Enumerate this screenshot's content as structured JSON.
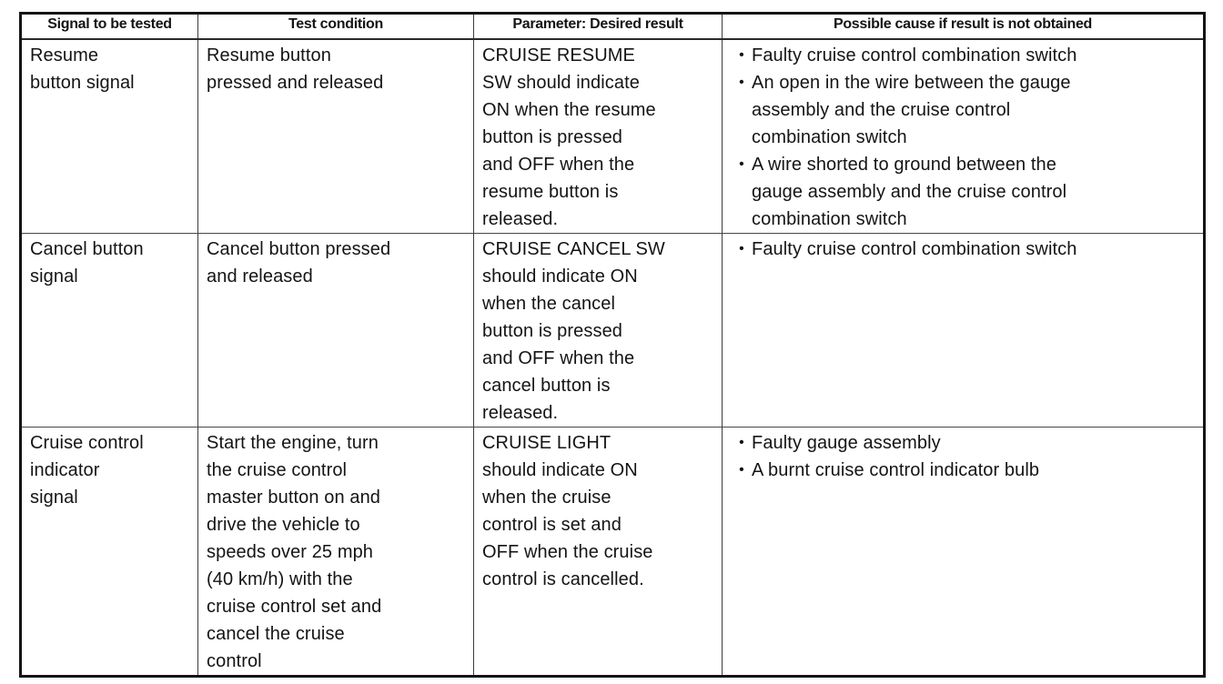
{
  "table": {
    "bullet_char": "•",
    "colors": {
      "border": "#141414",
      "text": "#141414",
      "background": "#ffffff"
    },
    "headers": [
      "Signal to be tested",
      "Test condition",
      "Parameter: Desired result",
      "Possible cause if result is not obtained"
    ],
    "rows": [
      {
        "signal": "Resume\nbutton signal",
        "condition": "Resume button\npressed and released",
        "result": "CRUISE RESUME\nSW should indicate\nON when the resume\nbutton is pressed\nand OFF when the\nresume button is\nreleased.",
        "causes": [
          "Faulty cruise control combination switch",
          "An open in the wire between the gauge\nassembly and the cruise control\ncombination switch",
          "A wire shorted to ground between the\ngauge assembly and the cruise control\ncombination switch"
        ]
      },
      {
        "signal": "Cancel button\nsignal",
        "condition": "Cancel button pressed\nand released",
        "result": "CRUISE CANCEL SW\nshould indicate ON\nwhen the cancel\nbutton is pressed\nand OFF when the\ncancel button is\nreleased.",
        "causes": [
          "Faulty cruise control combination switch"
        ]
      },
      {
        "signal": "Cruise control\nindicator\nsignal",
        "condition": "Start the engine, turn\nthe cruise control\nmaster button on and\ndrive the vehicle to\nspeeds over 25 mph\n(40 km/h) with the\ncruise control set and\ncancel the cruise\ncontrol",
        "result": "CRUISE LIGHT\nshould indicate ON\nwhen the cruise\ncontrol is set and\nOFF when the cruise\ncontrol is cancelled.",
        "causes": [
          "Faulty gauge assembly",
          "A burnt cruise control indicator bulb"
        ]
      }
    ]
  }
}
